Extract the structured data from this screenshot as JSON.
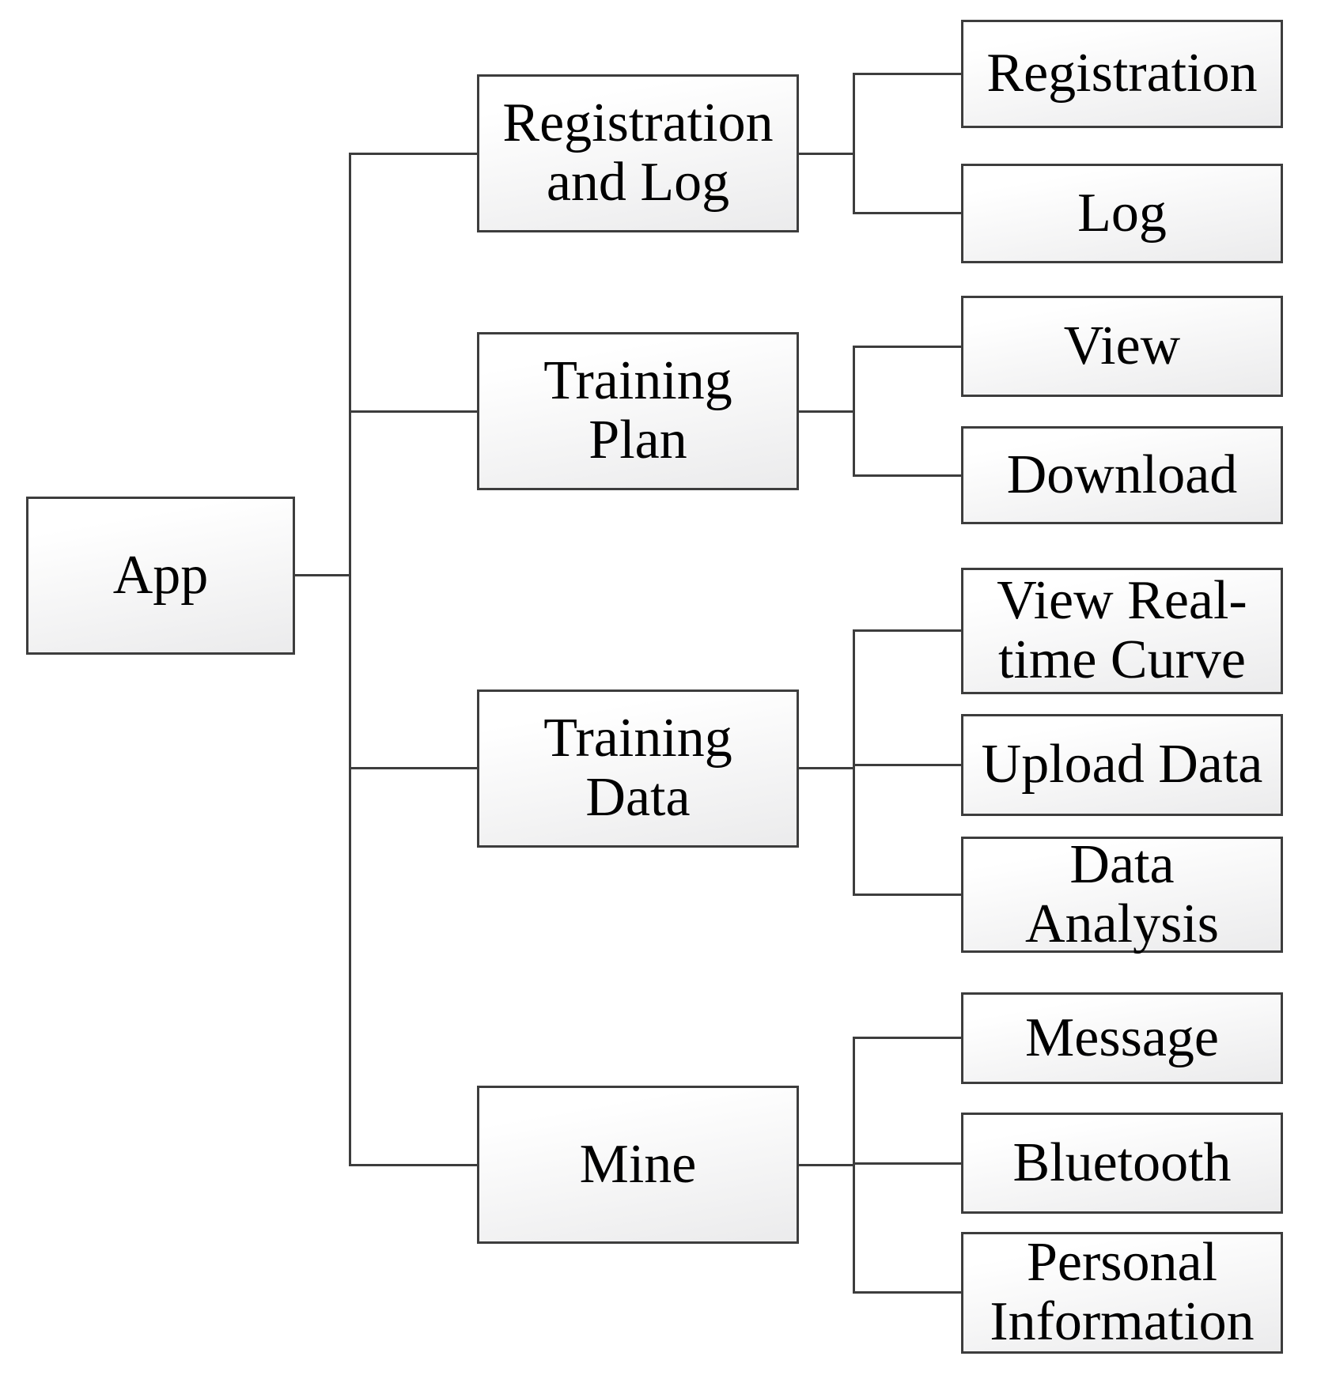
{
  "diagram": {
    "root": {
      "label": "App"
    },
    "branches": [
      {
        "label": "Registration\nand Log",
        "children": [
          {
            "label": "Registration"
          },
          {
            "label": "Log"
          }
        ]
      },
      {
        "label": "Training\nPlan",
        "children": [
          {
            "label": "View"
          },
          {
            "label": "Download"
          }
        ]
      },
      {
        "label": "Training\nData",
        "children": [
          {
            "label": "View Real-\ntime Curve"
          },
          {
            "label": "Upload Data"
          },
          {
            "label": "Data\nAnalysis"
          }
        ]
      },
      {
        "label": "Mine",
        "children": [
          {
            "label": "Message"
          },
          {
            "label": "Bluetooth"
          },
          {
            "label": "Personal\nInformation"
          }
        ]
      }
    ],
    "style": {
      "line_color": "#3d3d3d",
      "box_fill_top": "#ffffff",
      "box_fill_bottom": "#ebebec",
      "text_color": "#000000"
    }
  }
}
